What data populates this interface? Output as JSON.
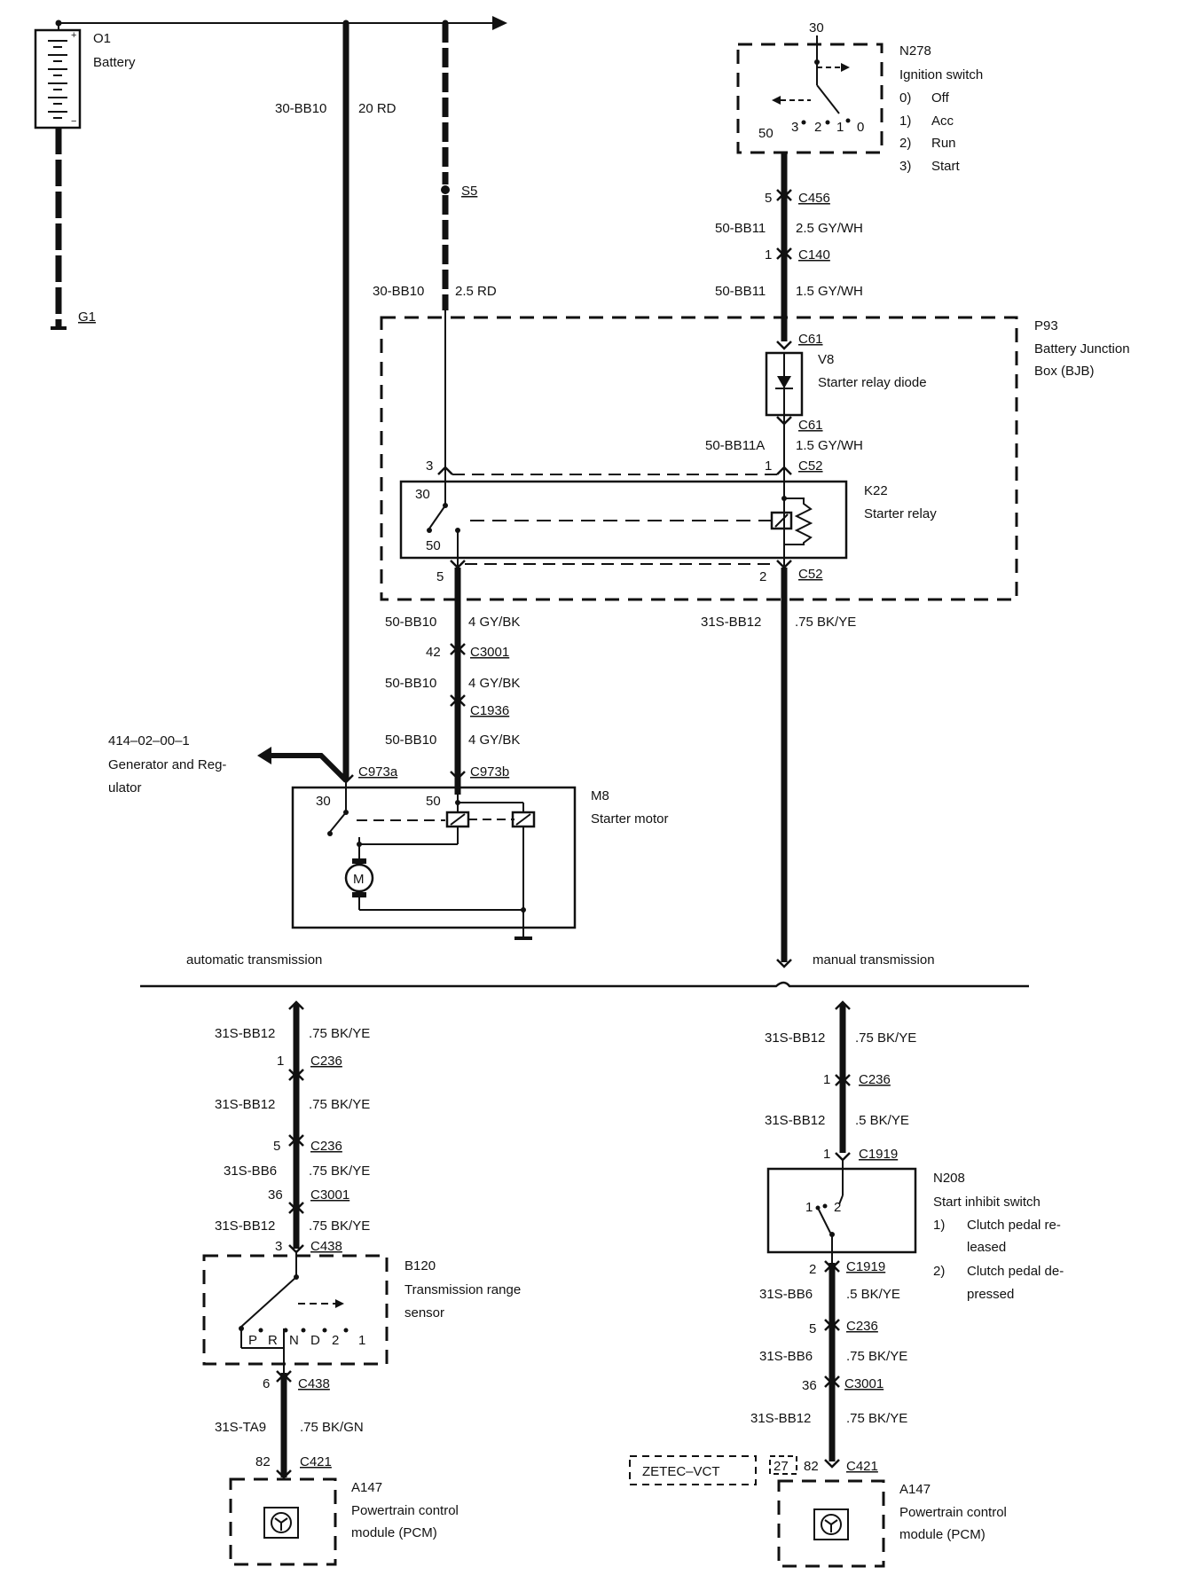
{
  "labels": {
    "battery_id": "O1",
    "battery_name": "Battery",
    "ground_id": "G1",
    "wire_30bb10": "30-BB10",
    "wire_20rd": "20 RD",
    "splice_s5": "S5",
    "wire_30bb10_b": "30-BB10",
    "wire_25rd": "2.5 RD",
    "ign_id": "N278",
    "ign_name": "Ignition switch",
    "ign_pos0_num": "0)",
    "ign_pos0": "Off",
    "ign_pos1_num": "1)",
    "ign_pos1": "Acc",
    "ign_pos2_num": "2)",
    "ign_pos2": "Run",
    "ign_pos3_num": "3)",
    "ign_pos3": "Start",
    "ign_pin30": "30",
    "ign_pin50": "50",
    "ign_p3": "3",
    "ign_p2": "2",
    "ign_p1": "1",
    "ign_p0": "0",
    "c456_pin": "5",
    "c456": "C456",
    "wire_50bb11": "50-BB11",
    "wire_25gywh": "2.5 GY/WH",
    "c140_pin": "1",
    "c140": "C140",
    "wire_50bb11_b": "50-BB11",
    "wire_15gywh": "1.5 GY/WH",
    "bjb_id": "P93",
    "bjb_name1": "Battery Junction",
    "bjb_name2": "Box (BJB)",
    "c61_top": "C61",
    "diode_id": "V8",
    "diode_name": "Starter relay diode",
    "c61_bot": "C61",
    "wire_50bb11a": "50-BB11A",
    "wire_15gywh_b": "1.5 GY/WH",
    "relay_pin3": "3",
    "relay_pin1": "1",
    "c52_top": "C52",
    "relay_id": "K22",
    "relay_name": "Starter relay",
    "relay_30": "30",
    "relay_50": "50",
    "relay_pin5": "5",
    "relay_pin2": "2",
    "c52_bot": "C52",
    "wire_50bb10_a": "50-BB10",
    "wire_4gybk_a": "4 GY/BK",
    "c3001_pin": "42",
    "c3001": "C3001",
    "wire_50bb10_b": "50-BB10",
    "wire_4gybk_b": "4 GY/BK",
    "c1936": "C1936",
    "wire_50bb10_c": "50-BB10",
    "wire_4gybk_c": "4 GY/BK",
    "wire_31sbb12": "31S-BB12",
    "wire_75bkye": ".75 BK/YE",
    "ref_code": "414–02–00–1",
    "ref_name1": "Generator and Reg-",
    "ref_name2": "ulator",
    "c973a": "C973a",
    "c973b": "C973b",
    "motor_id": "M8",
    "motor_name": "Starter motor",
    "motor_30": "30",
    "motor_50": "50",
    "motor_m": "M",
    "auto_trans": "automatic transmission",
    "manual_trans": "manual transmission"
  },
  "left": {
    "w1": "31S-BB12",
    "w1c": ".75 BK/YE",
    "c236a_pin": "1",
    "c236a": "C236",
    "w2": "31S-BB12",
    "w2c": ".75 BK/YE",
    "c236b_pin": "5",
    "c236b": "C236",
    "w3": "31S-BB6",
    "w3c": ".75 BK/YE",
    "c3001_pin": "36",
    "c3001": "C3001",
    "w4": "31S-BB12",
    "w4c": ".75 BK/YE",
    "c438a_pin": "3",
    "c438a": "C438",
    "trs_id": "B120",
    "trs_name1": "Transmission range",
    "trs_name2": "sensor",
    "trs_p": "P",
    "trs_r": "R",
    "trs_n": "N",
    "trs_d": "D",
    "trs_2": "2",
    "trs_1": "1",
    "c438b_pin": "6",
    "c438b": "C438",
    "w5": "31S-TA9",
    "w5c": ".75 BK/GN",
    "c421_pin": "82",
    "c421": "C421",
    "pcm_id": "A147",
    "pcm_name1": "Powertrain control",
    "pcm_name2": "module (PCM)"
  },
  "right": {
    "w1": "31S-BB12",
    "w1c": ".75 BK/YE",
    "c236a_pin": "1",
    "c236a": "C236",
    "w2": "31S-BB12",
    "w2c": ".5 BK/YE",
    "c1919a_pin": "1",
    "c1919a": "C1919",
    "sis_id": "N208",
    "sis_name": "Start inhibit switch",
    "sis_o1_num": "1)",
    "sis_o1a": "Clutch pedal re-",
    "sis_o1b": "leased",
    "sis_o2_num": "2)",
    "sis_o2a": "Clutch pedal de-",
    "sis_o2b": "pressed",
    "sis_p1": "1",
    "sis_p2": "2",
    "c1919b_pin": "2",
    "c1919b": "C1919",
    "w3": "31S-BB6",
    "w3c": ".5 BK/YE",
    "c236b_pin": "5",
    "c236b": "C236",
    "w4": "31S-BB6",
    "w4c": ".75 BK/YE",
    "c3001_pin": "36",
    "c3001": "C3001",
    "w5": "31S-BB12",
    "w5c": ".75 BK/YE",
    "zetec": "ZETEC–VCT",
    "alt_pin": "27",
    "c421_pin": "82",
    "c421": "C421",
    "pcm_id": "A147",
    "pcm_name1": "Powertrain control",
    "pcm_name2": "module (PCM)"
  }
}
